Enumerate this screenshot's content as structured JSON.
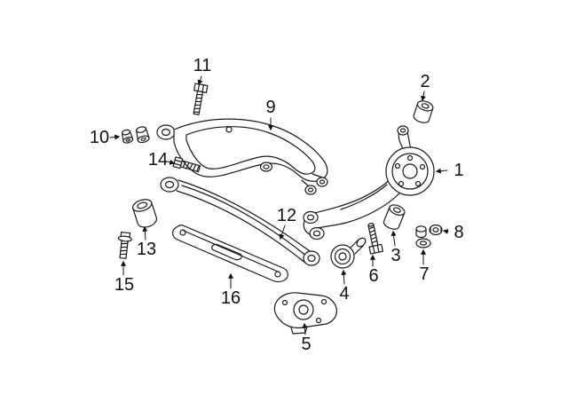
{
  "diagram": {
    "type": "exploded-parts-diagram",
    "subject": "Rear suspension control arms and hardware",
    "background_color": "#ffffff",
    "line_color": "#1a1a1a",
    "label_color": "#111111"
  },
  "callouts": [
    {
      "label": "1",
      "part_name": "trailing-arm-knuckle"
    },
    {
      "label": "2",
      "part_name": "bushing"
    },
    {
      "label": "3",
      "part_name": "bushing"
    },
    {
      "label": "4",
      "part_name": "ball-joint-bushing"
    },
    {
      "label": "5",
      "part_name": "mount-bracket"
    },
    {
      "label": "6",
      "part_name": "bolt"
    },
    {
      "label": "7",
      "part_name": "washer-and-nut"
    },
    {
      "label": "8",
      "part_name": "nut"
    },
    {
      "label": "9",
      "part_name": "upper-control-arm"
    },
    {
      "label": "10",
      "part_name": "bushing-pair"
    },
    {
      "label": "11",
      "part_name": "bolt"
    },
    {
      "label": "12",
      "part_name": "lower-control-arm"
    },
    {
      "label": "13",
      "part_name": "bushing"
    },
    {
      "label": "14",
      "part_name": "bolt"
    },
    {
      "label": "15",
      "part_name": "bolt"
    },
    {
      "label": "16",
      "part_name": "adjuster-arm-plate"
    }
  ]
}
